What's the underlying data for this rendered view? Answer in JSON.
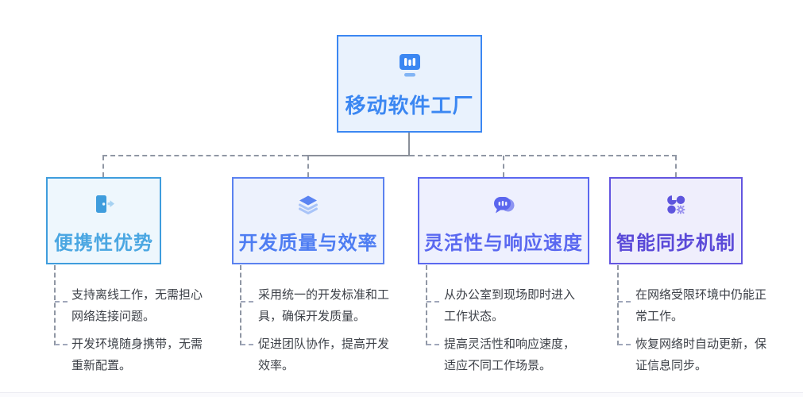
{
  "diagram": {
    "root": {
      "title": "移动软件工厂",
      "icon": "presentation-chart-icon",
      "accent": "#3b87f2"
    },
    "nodes": [
      {
        "title": "便携性优势",
        "icon": "door-exit-icon",
        "accent": "#3f9ddd",
        "bullets": [
          "支持离线工作，无需担心网络连接问题。",
          "开发环境随身携带，无需重新配置。"
        ]
      },
      {
        "title": "开发质量与效率",
        "icon": "layers-icon",
        "accent": "#5b82f0",
        "bullets": [
          "采用统一的开发标准和工具，确保开发质量。",
          "促进团队协作，提高开发效率。"
        ]
      },
      {
        "title": "灵活性与响应速度",
        "icon": "chat-bubble-icon",
        "accent": "#5b68f0",
        "bullets": [
          "从办公室到现场即时进入工作状态。",
          "提高灵活性和响应速度，适应不同工作场景。"
        ]
      },
      {
        "title": "智能同步机制",
        "icon": "circles-gear-icon",
        "accent": "#6355e0",
        "bullets": [
          "在网络受限环境中仍能正常工作。",
          "恢复网络时自动更新，保证信息同步。"
        ]
      }
    ],
    "connector_color": "#8a8f99",
    "text_color": "#3d4148"
  }
}
